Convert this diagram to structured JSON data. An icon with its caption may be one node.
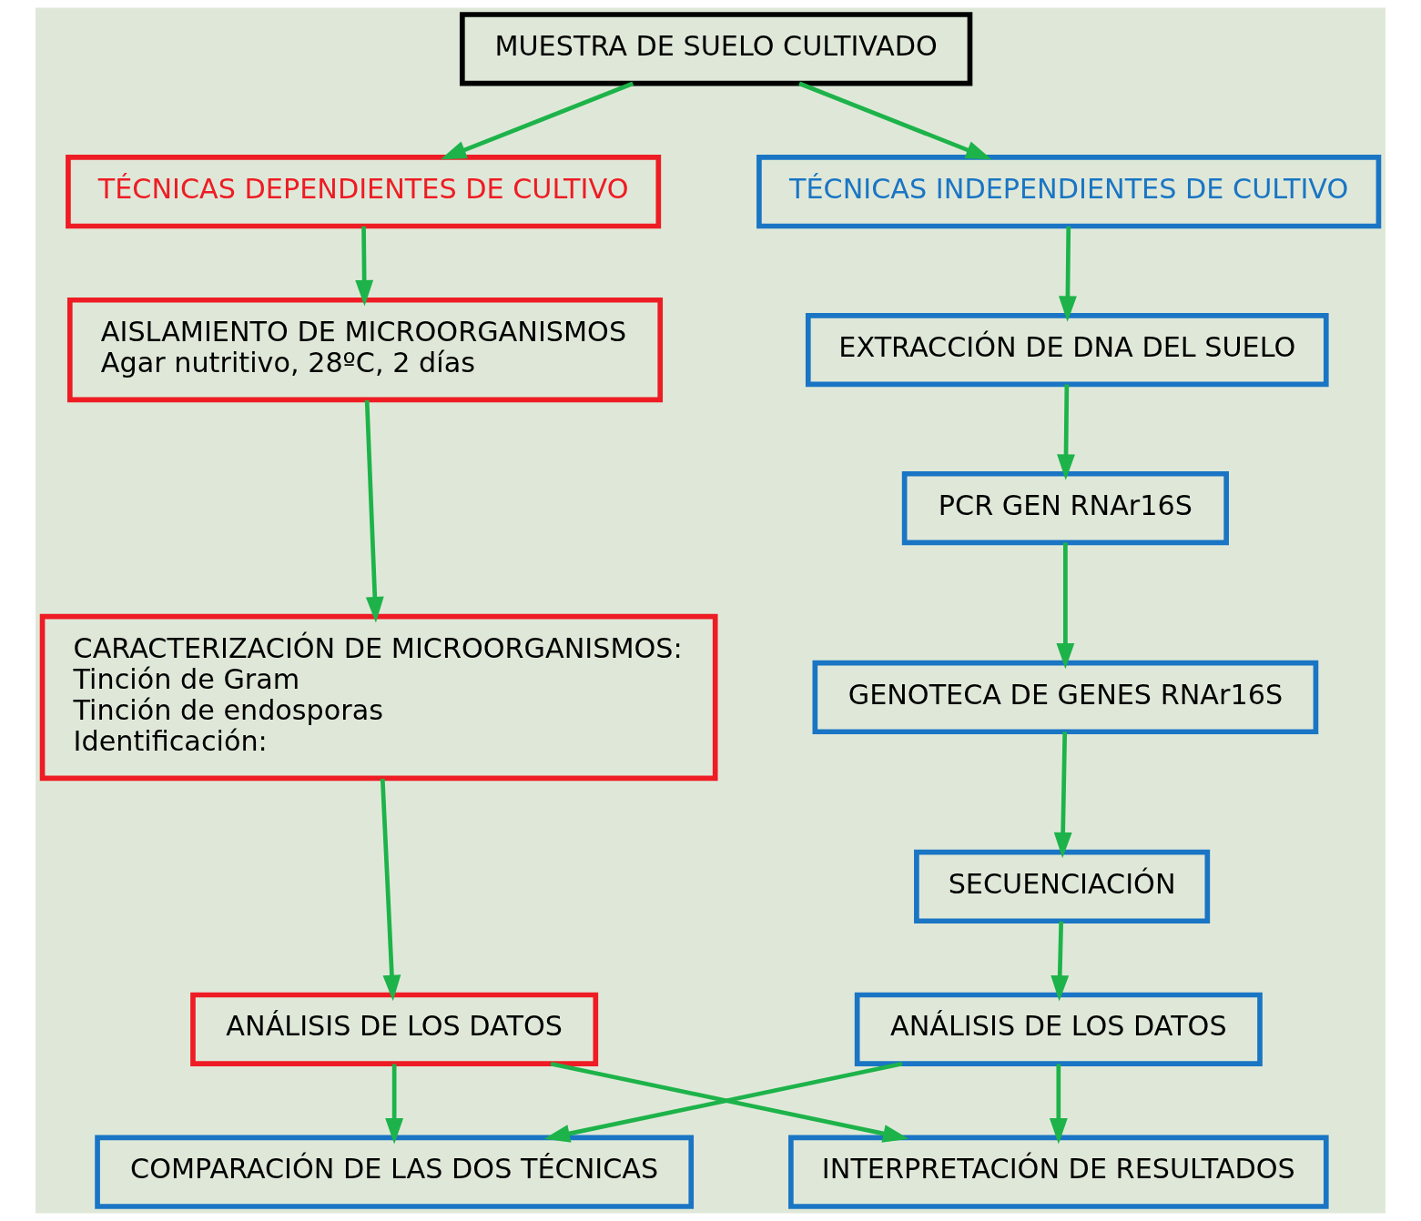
{
  "diagram": {
    "nodes": [
      {
        "text": [
          "MUESTRA DE SUELO CULTIVADO"
        ]
      },
      {
        "text": [
          "TÉCNICAS DEPENDIENTES DE CULTIVO"
        ]
      },
      {
        "text": [
          "TÉCNICAS INDEPENDIENTES DE CULTIVO"
        ]
      },
      {
        "text": [
          "AISLAMIENTO DE MICROORGANISMOS",
          "Agar nutritivo, 28ºC, 2 días"
        ]
      },
      {
        "text": [
          "CARACTERIZACIÓN DE MICROORGANISMOS:",
          "Tinción de Gram",
          "Tinción de endosporas",
          "Identificación:"
        ]
      },
      {
        "text": [
          "ANÁLISIS DE LOS DATOS"
        ]
      },
      {
        "text": [
          "EXTRACCIÓN DE DNA DEL SUELO"
        ]
      },
      {
        "text": [
          "PCR GEN RNAr16S"
        ]
      },
      {
        "text": [
          "GENOTECA DE GENES RNAr16S"
        ]
      },
      {
        "text": [
          "SECUENCIACIÓN"
        ]
      },
      {
        "text": [
          "ANÁLISIS DE LOS DATOS"
        ]
      },
      {
        "text": [
          "COMPARACIÓN DE LAS DOS TÉCNICAS"
        ]
      },
      {
        "text": [
          "INTERPRETACIÓN DE RESULTADOS"
        ]
      }
    ],
    "edges": [
      {
        "from": 0,
        "to": 1,
        "arrow": "to"
      },
      {
        "from": 0,
        "to": 2,
        "arrow": "to"
      },
      {
        "from": 1,
        "to": 3,
        "arrow": "to"
      },
      {
        "from": 3,
        "to": 4,
        "arrow": "to"
      },
      {
        "from": 4,
        "to": 5,
        "arrow": "to"
      },
      {
        "from": 2,
        "to": 6,
        "arrow": "to"
      },
      {
        "from": 6,
        "to": 7,
        "arrow": "to"
      },
      {
        "from": 7,
        "to": 8,
        "arrow": "to"
      },
      {
        "from": 8,
        "to": 9,
        "arrow": "to"
      },
      {
        "from": 9,
        "to": 10,
        "arrow": "to"
      },
      {
        "from": 5,
        "to": 11,
        "arrow": "to"
      },
      {
        "from": 5,
        "to": 12,
        "arrow": "to"
      },
      {
        "from": 10,
        "to": 11,
        "arrow": "to"
      },
      {
        "from": 10,
        "to": 12,
        "arrow": "to"
      }
    ]
  }
}
